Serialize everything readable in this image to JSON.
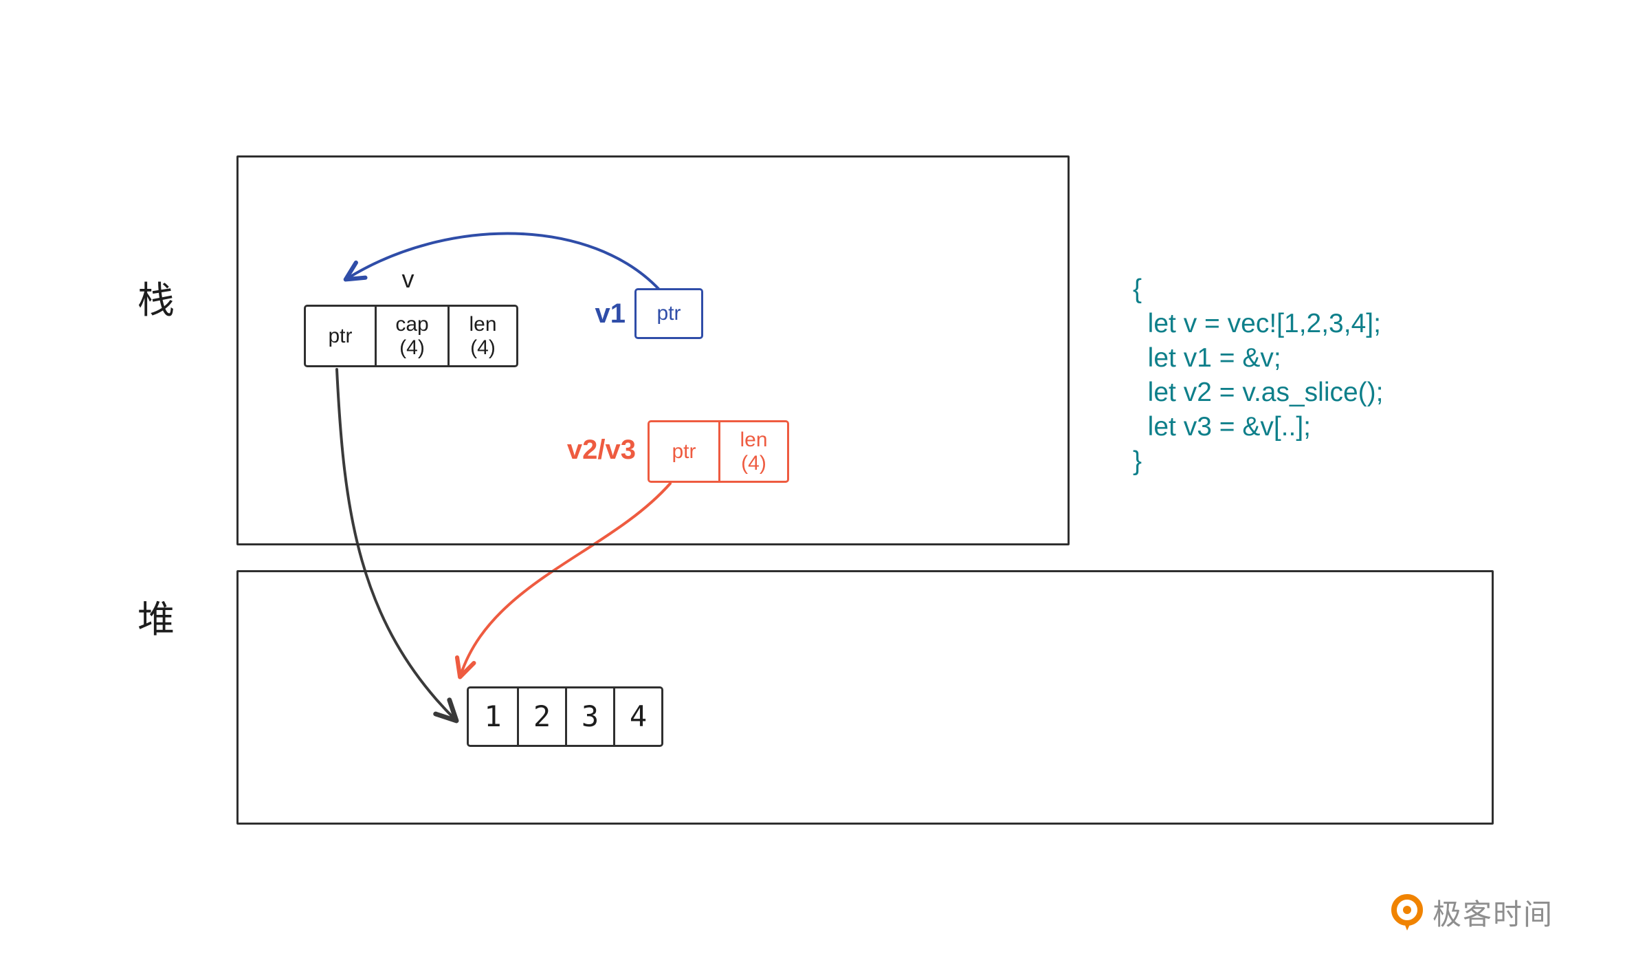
{
  "stack_section": {
    "label": "栈",
    "v_label": "v",
    "v_struct": {
      "cells": [
        {
          "top": "ptr",
          "bottom": ""
        },
        {
          "top": "cap",
          "bottom": "(4)"
        },
        {
          "top": "len",
          "bottom": "(4)"
        }
      ]
    },
    "v1_label": "v1",
    "v1_box": {
      "cells": [
        {
          "top": "ptr",
          "bottom": ""
        }
      ]
    },
    "v2v3_label": "v2/v3",
    "v2v3_box": {
      "cells": [
        {
          "top": "ptr",
          "bottom": ""
        },
        {
          "top": "len",
          "bottom": "(4)"
        }
      ]
    }
  },
  "heap_section": {
    "label": "堆",
    "array_cells": [
      "1",
      "2",
      "3",
      "4"
    ]
  },
  "code_block": {
    "lines": [
      "{",
      "  let v = vec![1,2,3,4];",
      "  let v1 = &v;",
      "  let v2 = v.as_slice();",
      "  let v3 = &v[..];",
      "}"
    ]
  },
  "branding": {
    "logo_text": "极客时间"
  },
  "colors": {
    "stack_heap_border": "#2f2f2f",
    "v1_blue": "#2f4da8",
    "v2v3_orange": "#ee5b40",
    "code_teal": "#0e7f8a",
    "logo_orange": "#f08300",
    "logo_text_gray": "#8e8e8e"
  }
}
